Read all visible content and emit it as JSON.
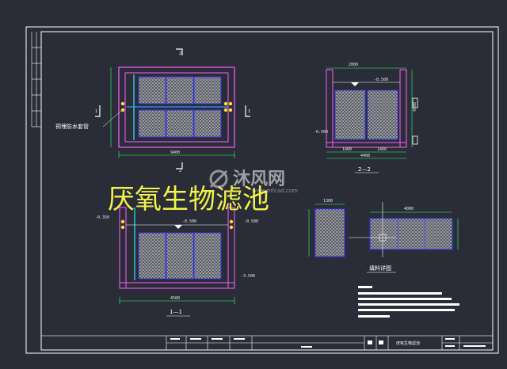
{
  "drawing": {
    "main_title": "厌氧生物滤池",
    "plan": {
      "section_markers": [
        "2",
        "2",
        "1",
        "1"
      ],
      "pipe_label": "预埋防水套管",
      "dim_bottom": "9400"
    },
    "section_22": {
      "name": "2—2",
      "dim_top": "2000",
      "dim_bottom": "4400",
      "dim_sub": [
        "1400",
        "1400"
      ],
      "level_water": "-0.500",
      "level_left": "-0.500",
      "dim_right": "4500"
    },
    "section_11": {
      "name": "1—1",
      "level_left": "-0.350",
      "level_mid": "-0.500",
      "level_right": "-0.500",
      "level_bottom": "-3.500",
      "dim_bottom": "4500"
    },
    "media_detail": {
      "name": "填料详图",
      "dim_a": "1300",
      "dim_b": "4000"
    },
    "title_block": {
      "drawing_name": "厌氧生物滤池"
    },
    "watermark": {
      "brand": "沐风网",
      "url": "www.mfcad.com"
    },
    "colors": {
      "background": "#2a2d38",
      "frame": "#ffffff",
      "wall": "#ff5cff",
      "media_outline": "#3333ff",
      "pipe": "#33e6ff",
      "fitting": "#ffe033",
      "title": "#f2f24a"
    }
  }
}
